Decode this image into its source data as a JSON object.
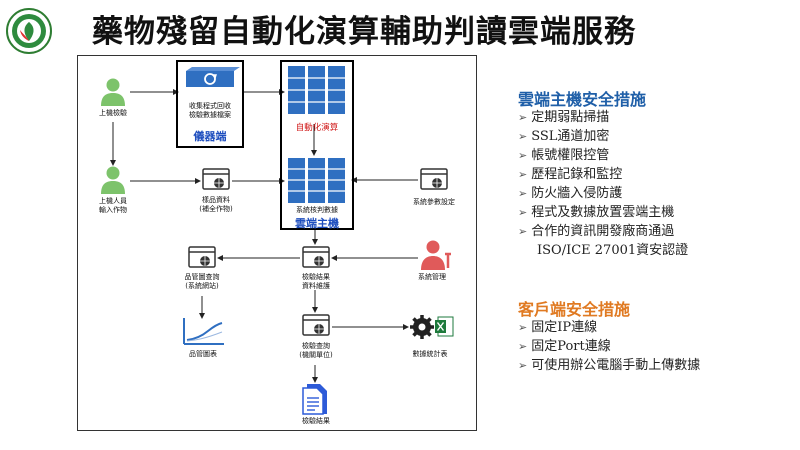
{
  "title": "藥物殘留自動化演算輔助判讀雲端服務",
  "colors": {
    "green_person": "#7dc36b",
    "blue_server": "#2f6fc1",
    "red_person": "#e05a5a",
    "cloud_title": "#1f5fa8",
    "client_title": "#e07a22"
  },
  "diagram": {
    "nodes": {
      "user1": "上機檢驗",
      "instrument_caption": [
        "收集程式回收",
        "檢驗數據檔案"
      ],
      "instrument_title": "儀器端",
      "auto_calc": "自動化演算",
      "user2": [
        "上機人員",
        "輸入作物"
      ],
      "sample": [
        "樣品資料",
        "(補全作物)"
      ],
      "system_caption": "系統核判數據",
      "cloud_title": "雲端主機",
      "params": "系統參數設定",
      "qc_query": [
        "品管圖查詢",
        "(系統網站)"
      ],
      "result_maint": [
        "檢驗結果",
        "資料維護"
      ],
      "sys_admin": "系統管理",
      "qc_chart": "品管圖表",
      "query": [
        "檢驗查詢",
        "(機關單位)"
      ],
      "stats": "數據統計表",
      "result": "檢驗結果"
    }
  },
  "cloud_section": {
    "title": "雲端主機安全措施",
    "items": [
      "定期弱點掃描",
      "SSL通道加密",
      "帳號權限控管",
      "歷程記錄和監控",
      "防火牆入侵防護",
      "程式及數據放置雲端主機",
      "合作的資訊開發廠商通過",
      "ISO/ICE 27001資安認證"
    ]
  },
  "client_section": {
    "title": "客戶端安全措施",
    "items": [
      "固定IP連線",
      "固定Port連線",
      "可使用辦公電腦手動上傳數據"
    ]
  }
}
